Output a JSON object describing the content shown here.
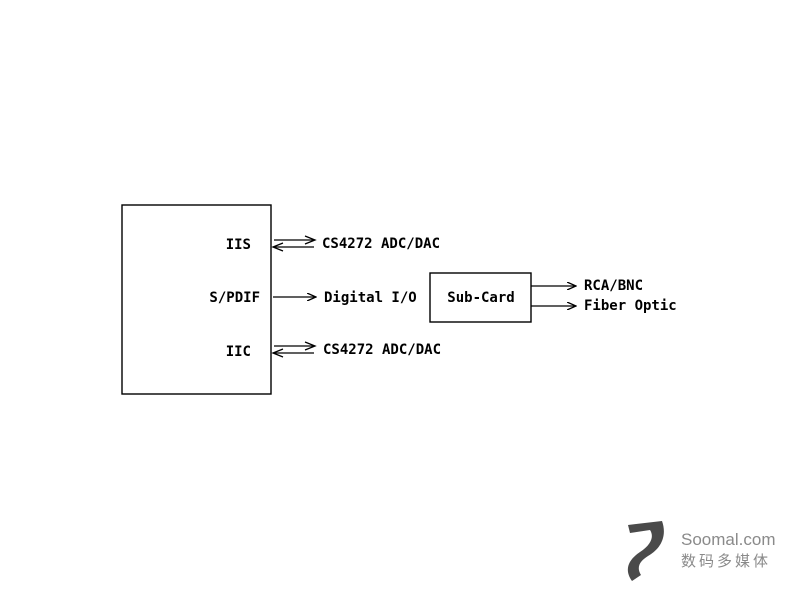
{
  "main_block": {
    "ports": [
      "IIS",
      "S/PDIF",
      "IIC"
    ]
  },
  "links": {
    "iis_target": "CS4272 ADC/DAC",
    "spdif_target": "Digital I/O",
    "iic_target": "CS4272 ADC/DAC"
  },
  "subcard": {
    "label": "Sub-Card",
    "outputs": [
      "RCA/BNC",
      "Fiber Optic"
    ]
  },
  "watermark": {
    "site": "Soomal.com",
    "tagline": "数码多媒体"
  }
}
